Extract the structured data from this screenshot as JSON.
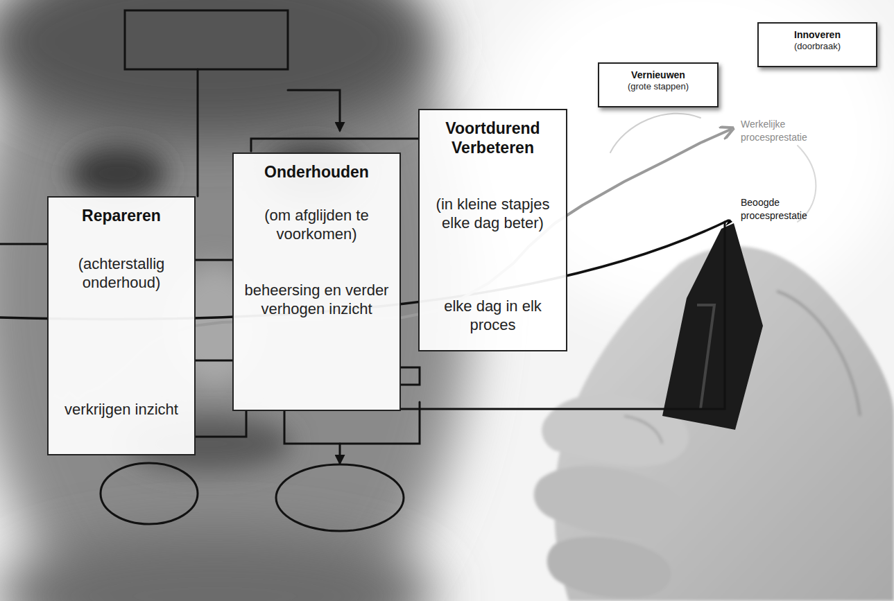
{
  "diagram": {
    "nodes": [
      {
        "text": [
          "Repareren",
          "(achterstallig onderhoud)",
          "verkrijgen inzicht"
        ]
      },
      {
        "text": [
          "Onderhouden",
          "(om afglijden te voorkomen)",
          "beheersing en verder verhogen inzicht"
        ]
      },
      {
        "text": [
          "Voortdurend Verbeteren",
          "(in kleine stapjes elke dag beter)",
          "elke dag in elk proces"
        ]
      },
      {
        "text": [
          "Vernieuwen",
          "(grote stappen)"
        ]
      },
      {
        "text": [
          "Innoveren",
          "(doorbraak)"
        ]
      }
    ],
    "labels": [
      "Werkelijke procesprestatie",
      "Beoogde procesprestatie"
    ]
  }
}
